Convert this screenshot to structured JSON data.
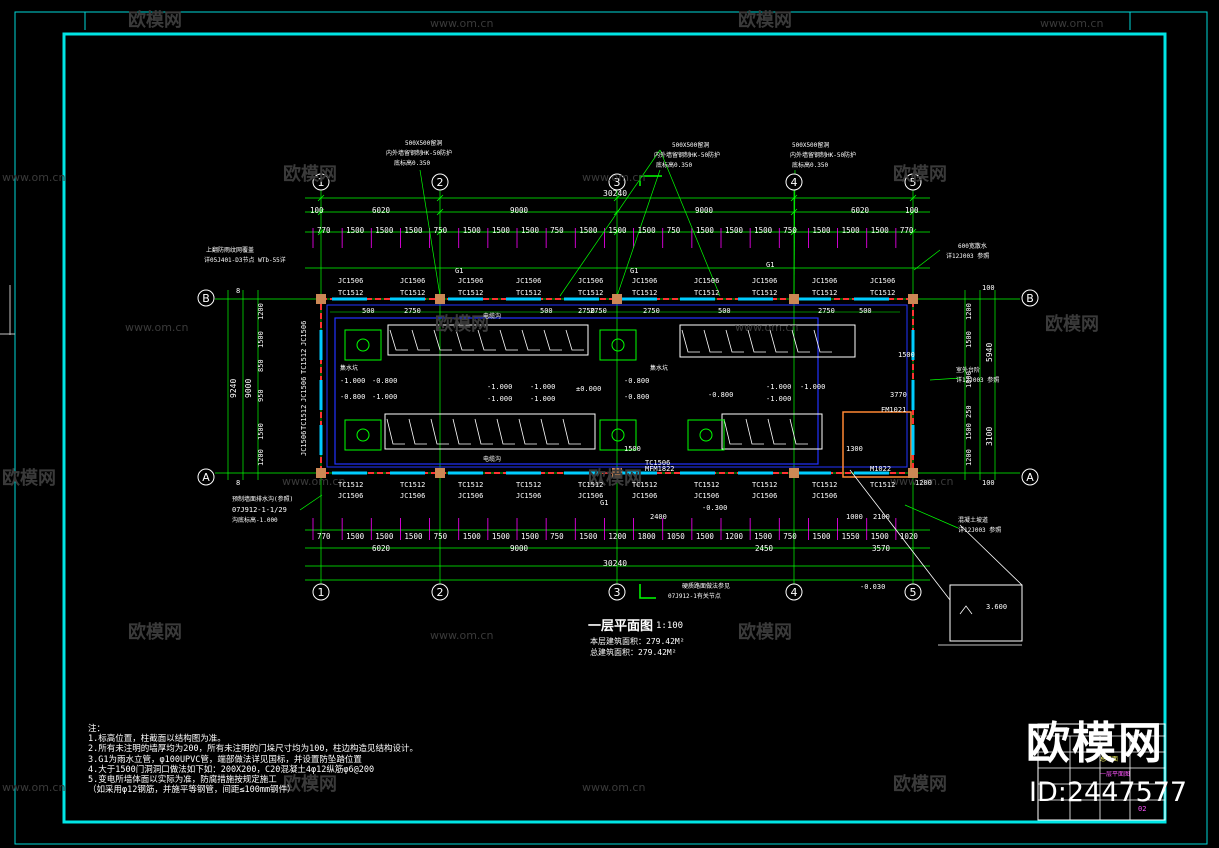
{
  "watermark": {
    "text": "欧模网",
    "url": "www.om.cn",
    "brand": "欧模网",
    "id_label": "ID:2447577"
  },
  "title": {
    "main": "一层平面图",
    "scale": "1:100",
    "area_line1": "本层建筑面积：279.42M²",
    "area_line2": "总建筑面积：279.42M²"
  },
  "axes": {
    "columns": [
      "1",
      "2",
      "3",
      "4",
      "5"
    ],
    "rows": [
      "B",
      "A"
    ]
  },
  "dimensions": {
    "overall": "30240",
    "top_row": [
      "100",
      "6020",
      "9000",
      "9000",
      "6020",
      "100"
    ],
    "bottom_row": [
      "6020",
      "9000",
      "2450",
      "3570"
    ],
    "top_detail": [
      "770",
      "1500",
      "1500",
      "1500",
      "750",
      "1500",
      "1500",
      "1500",
      "750",
      "1500",
      "1500",
      "1500",
      "750",
      "1500",
      "1500",
      "1500",
      "750",
      "1500",
      "1500",
      "1500",
      "770"
    ],
    "bottom_detail": [
      "770",
      "1500",
      "1500",
      "1500",
      "750",
      "1500",
      "1500",
      "1500",
      "750",
      "1500",
      "1200",
      "1800",
      "1050",
      "1500",
      "1200",
      "1500",
      "750",
      "1500",
      "1550",
      "1500",
      "1020"
    ],
    "left_overall": "9240",
    "left_inner": "9000",
    "left_detail": [
      "1200",
      "1500",
      "850",
      "950",
      "1500",
      "1200"
    ],
    "right_detail": [
      "1200",
      "1500",
      "1800",
      "250",
      "1500",
      "1200"
    ],
    "right_overall": [
      "5940",
      "3100"
    ],
    "inner_row": [
      "500",
      "2750",
      "2750",
      "500",
      "2750",
      "2750",
      "500",
      "2750",
      "500"
    ],
    "opening": [
      "2400",
      "2100",
      "1000",
      "1300",
      "1500",
      "3770",
      "1500",
      "1200"
    ]
  },
  "openings": {
    "top_windows": [
      "TC1512",
      "TC1512",
      "TC1512",
      "TC1512",
      "TC1512",
      "TC1512",
      "TC1512",
      "TC1512",
      "TC1512",
      "TC1512"
    ],
    "top_codes": [
      "JC1506",
      "JC1506",
      "JC1506",
      "JC1506",
      "JC1506",
      "JC1506",
      "JC1506",
      "JC1506",
      "JC1506",
      "JC1506"
    ],
    "bottom_windows": [
      "TC1512",
      "TC1512",
      "TC1512",
      "TC1512",
      "TC1512",
      "TC1512",
      "TC1512",
      "TC1512",
      "TC1512",
      "TC1512"
    ],
    "bottom_codes": [
      "JC1506",
      "JC1506",
      "JC1506",
      "JC1506",
      "JC1506",
      "JC1506",
      "JC1506",
      "JC1506",
      "JC1506"
    ],
    "side_codes": [
      "JC1506",
      "TC1512",
      "JC1506",
      "TC1512",
      "JC1506"
    ],
    "doors": [
      "FM1021",
      "M1022",
      "MFM1822",
      "TC1506"
    ],
    "g1": "G1"
  },
  "levels": {
    "floor": "±0.000",
    "pit": "-1.000",
    "trench": "-0.800",
    "step": "-0.300",
    "ramp": "-0.030",
    "roof": "3.600"
  },
  "callouts": {
    "hole_note_1": "500X500留洞",
    "hole_note_2": "内外墙留钢制HK-50防护",
    "hole_note_3": "底标高0.350",
    "left_note_1": "上翻防雨纹网覆盖",
    "left_note_2": "详05J401-D3节点 WTb-55详",
    "bottom_left_note_1": "预制墙面排水沟(参照)",
    "bottom_left_note_2": "07J912-1-1/29",
    "bottom_left_note_3": "沟底标高-1.000",
    "bottom_center_note_1": "硬质路面做法参见",
    "bottom_center_note_2": "07J912-1有关节点",
    "right_top_note_1": "600宽散水",
    "right_top_note_2": "详12J003 参照",
    "right_mid_note_1": "室外台阶",
    "right_mid_note_2": "详12J003 参照",
    "right_bot_note_1": "混凝土坡道",
    "right_bot_note_2": "详12J003 参照",
    "trench": "电缆沟",
    "pit": "集水坑"
  },
  "notes": [
    "注：",
    "1.标高位置，柱截面以结构图为准。",
    "2.所有未注明的墙厚均为200，所有未注明的门垛尺寸均为100，柱边构造见结构设计。",
    "3.G1为雨水立管，φ100UPVC管，端部做法详见国标，并设置防坠踏位置",
    "4.大于1500门洞洞口做法如下如：200X200，C20混凝土4φ12纵筋φ6@200",
    "5.变电所墙体面以实际为准，防腐措施按规定施工",
    "（如采用φ12钢筋，并施平等钢管，间距≤100mm钢件）"
  ],
  "title_block": {
    "row1": "总平面",
    "row2": "一层平面图",
    "row3": "02"
  },
  "colors": {
    "frame": "#00ffff",
    "wall": "#ff3333",
    "dimension": "#00ff00",
    "window": "#00ccff",
    "equipment": "#ffffff",
    "text": "#ffff66",
    "magenta": "#ff00ff",
    "blue": "#2233ff"
  }
}
